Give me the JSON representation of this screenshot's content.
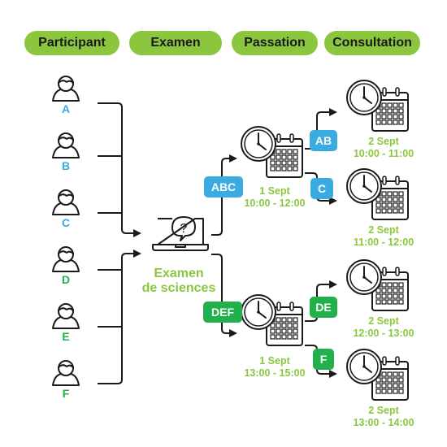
{
  "headers": [
    "Participant",
    "Examen",
    "Passation",
    "Consultation"
  ],
  "participants": [
    "A",
    "B",
    "C",
    "D",
    "E",
    "F"
  ],
  "exam": {
    "line1": "Examen",
    "line2": "de sciences",
    "icon": "laptop-question-icon"
  },
  "passations": [
    {
      "group": "ABC",
      "date": "1 Sept",
      "time": "10:00 - 12:00"
    },
    {
      "group": "DEF",
      "date": "1 Sept",
      "time": "13:00 - 15:00"
    }
  ],
  "consultations": [
    {
      "group": "AB",
      "date": "2 Sept",
      "time": "10:00 - 11:00"
    },
    {
      "group": "C",
      "date": "2 Sept",
      "time": "11:00 - 12:00"
    },
    {
      "group": "DE",
      "date": "2 Sept",
      "time": "12:00 - 13:00"
    },
    {
      "group": "F",
      "date": "2 Sept",
      "time": "13:00 - 14:00"
    }
  ],
  "colors": {
    "green": "#8cc63f",
    "blue": "#3aabe0",
    "dark_green": "#21b04b",
    "ink": "#1a1a1a"
  }
}
